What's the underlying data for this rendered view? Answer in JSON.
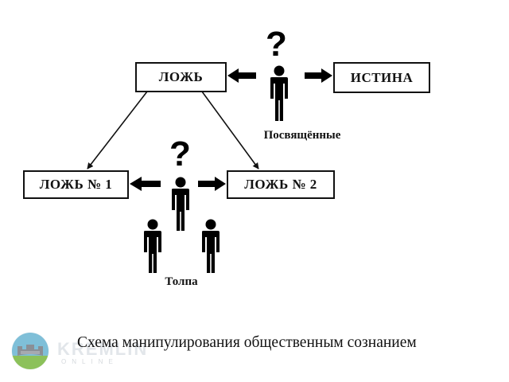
{
  "diagram": {
    "nodes": {
      "lie": "ЛОЖЬ",
      "truth": "ИСТИНА",
      "lie1": "ЛОЖЬ № 1",
      "lie2": "ЛОЖЬ № 2"
    },
    "groups": {
      "initiated": "Посвящённые",
      "crowd": "Толпа"
    },
    "question_mark": "?",
    "caption": "Схема манипулирования общественным сознанием"
  },
  "watermark": {
    "brand": "KREMLIN",
    "sub": "ONLINE",
    "colors": {
      "sky": "#7fbfd8",
      "grass": "#8cc15a",
      "crown": "#8a8f96"
    }
  }
}
